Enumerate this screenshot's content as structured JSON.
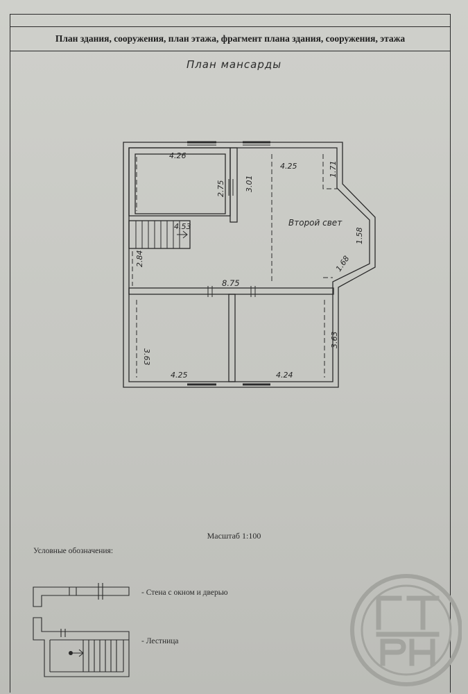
{
  "header": {
    "title": "План здания, сооружения, план этажа, фрагмент плана здания, сооружения, этажа"
  },
  "plan": {
    "title": "План мансарды",
    "room_label": "Второй свет",
    "dimensions": {
      "d426": "4.26",
      "d275": "2.75",
      "d301": "3.01",
      "d425top": "4.25",
      "d171": "1.71",
      "d158": "1.58",
      "d168": "1.68",
      "d453": "4.53",
      "d284": "2.84",
      "d875": "8.75",
      "d363l": "3.63",
      "d363r": "3.63",
      "d425b": "4.25",
      "d424": "4.24"
    }
  },
  "scale": {
    "text": "Масштаб 1:100"
  },
  "legend": {
    "title": "Условные обозначения:",
    "items": [
      {
        "label": "- Стена с окном и дверью"
      },
      {
        "label": "- Лестница"
      }
    ]
  },
  "colors": {
    "paper": "#c6c7c2",
    "ink": "#2a2a2a",
    "seal": "#9fa09b"
  },
  "icons": {
    "seal": "gtfn-seal-icon"
  }
}
